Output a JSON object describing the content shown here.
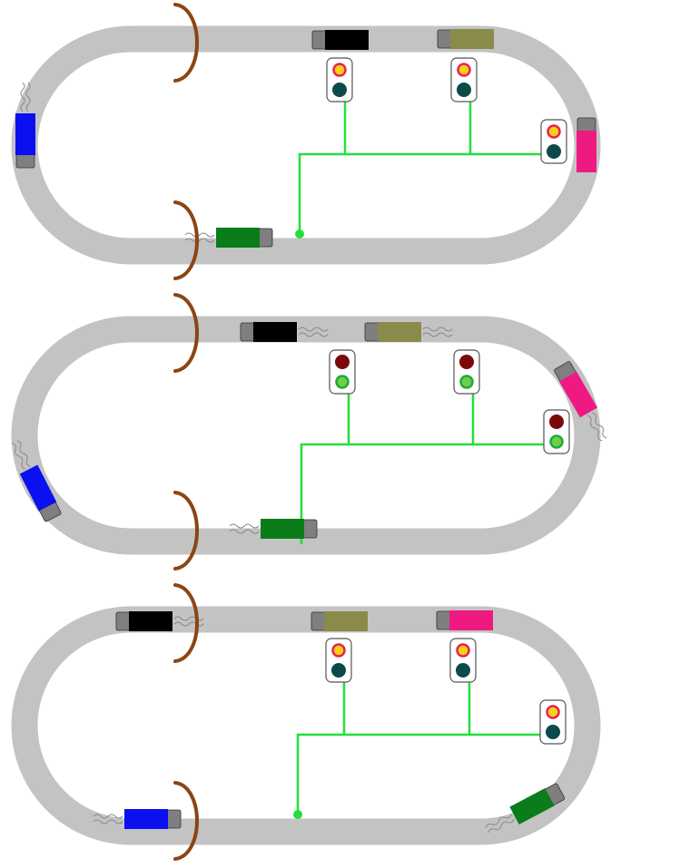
{
  "colors": {
    "background": "#ffffff",
    "track": "#c3c3c3",
    "wire": "#22e03a",
    "tunnel": "#8b4513",
    "signal_box_fill": "#ffffff",
    "signal_box_stroke": "#555555",
    "red_on": "#f8d01c",
    "red_on_ring": "#e8234d",
    "red_off": "#7a0a0a",
    "green_on": "#6cd04a",
    "green_on_ring": "#23a83a",
    "green_off": "#0c4a4a",
    "coupler": "#7f7f7f",
    "smoke": "#888888"
  },
  "trains": {
    "black": "#000000",
    "olive": "#8a8a4a",
    "magenta": "#ee1a82",
    "blue": "#0a10f0",
    "green": "#0a7c1a"
  },
  "icons": {
    "tunnel": "tunnel-arch-icon",
    "signal": "traffic-signal-icon",
    "train": "train-car-icon",
    "smoke": "smoke-puff-icon"
  },
  "panels": [
    {
      "name": "scenario-1",
      "signals": [
        "stop",
        "stop",
        "stop"
      ],
      "tunnel_trains": "entering"
    },
    {
      "name": "scenario-2",
      "signals": [
        "go",
        "go",
        "go"
      ],
      "tunnel_trains": "moving"
    },
    {
      "name": "scenario-3",
      "signals": [
        "stop",
        "stop",
        "stop"
      ],
      "tunnel_trains": "passing"
    }
  ]
}
